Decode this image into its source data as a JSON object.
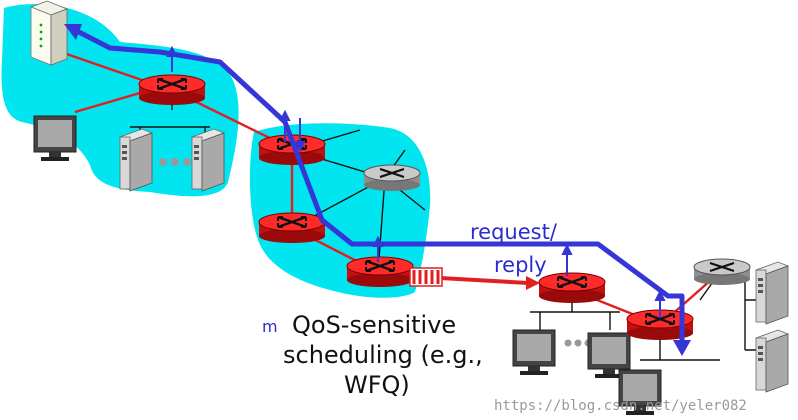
{
  "labels": {
    "request_line1": "request/",
    "request_line2": "reply",
    "bullet": "m",
    "qos_line1": "QoS-sensitive",
    "qos_line2": "scheduling (e.g.,",
    "qos_line3": "WFQ)"
  },
  "watermark": "https://blog.csdn.net/yeler082",
  "colors": {
    "network_region": "#00e5ef",
    "qos_router": "#ee1111",
    "plain_router": "#b8b8b8",
    "qos_link": "#e02020",
    "plain_link": "#111111",
    "flow_path": "#3535d8",
    "label_blue": "#2b2bd0"
  },
  "icons": [
    "router-icon",
    "server-icon",
    "monitor-icon",
    "modem-icon",
    "queue-buffer-icon",
    "arrow-icon"
  ]
}
